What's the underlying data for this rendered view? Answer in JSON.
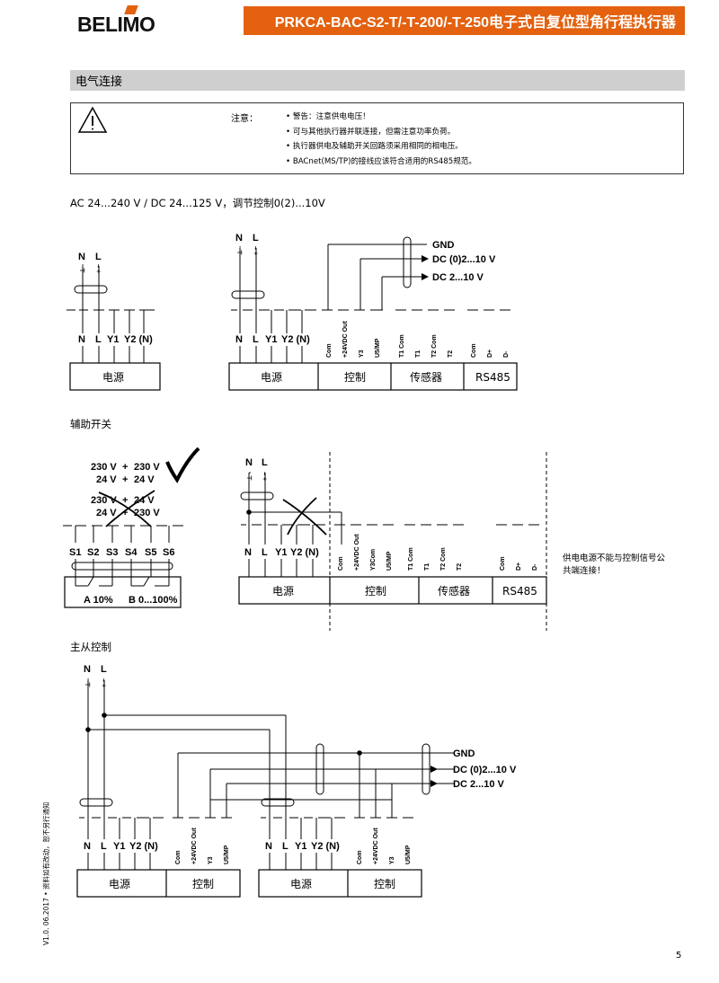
{
  "header": {
    "logo": "BELIMO",
    "title": "PRKCA-BAC-S2-T/-T-200/-T-250电子式自复位型角行程执行器"
  },
  "section_title": "电气连接",
  "note": {
    "label": "注意：",
    "items": [
      "警告：注意供电电压！",
      "可与其他执行器并联连接，但需注意功率负荷。",
      "执行器供电及辅助开关回路须采用相同的相电压。",
      "BACnet(MS/TP)的接线应该符合适用的RS485规范。"
    ]
  },
  "headings": {
    "supply": "AC 24...240 V / DC 24...125 V，调节控制0(2)...10V",
    "aux": "辅助开关",
    "master": "主从控制"
  },
  "labels": {
    "N": "N",
    "L": "L",
    "N_sym": "⊥ -",
    "L_sym": "+ ~",
    "Y1": "Y1",
    "Y2": "Y2 (N)",
    "power": "电源",
    "control": "控制",
    "sensor": "传感器",
    "rs485": "RS485",
    "gnd": "GND",
    "dc0210": "DC (0)2...10 V",
    "dc210": "DC 2...10 V",
    "com": "Com",
    "out24": "+24VDC Out",
    "y3": "Y3",
    "y3com": "Y3Com",
    "u5mp": "U5/MP",
    "t1com": "T1 Com",
    "t1": "T1",
    "t2com": "T2 Com",
    "t2": "T2",
    "dplus": "D+",
    "dminus": "D-",
    "v230_a": "230 V",
    "v230_b": "230 V",
    "v24_a": "24 V",
    "v24_b": "24 V",
    "v230_c": "230 V",
    "v24_c": "24 V",
    "v24_d": "24 V",
    "v230_d": "230 V",
    "plus": "+",
    "s1": "S1",
    "s2": "S2",
    "s3": "S3",
    "s4": "S4",
    "s5": "S5",
    "s6": "S6",
    "a10": "A 10%",
    "b0100": "B 0...100%",
    "warn_line1": "供电电源不能与控制信号公",
    "warn_line2": "共端连接！"
  },
  "footer": {
    "page": "5",
    "version": "V1.0. 06.2017 • 资料如有改动，恕不另行通知"
  },
  "colors": {
    "accent": "#e3610f",
    "section_bg": "#cfcfcf"
  }
}
